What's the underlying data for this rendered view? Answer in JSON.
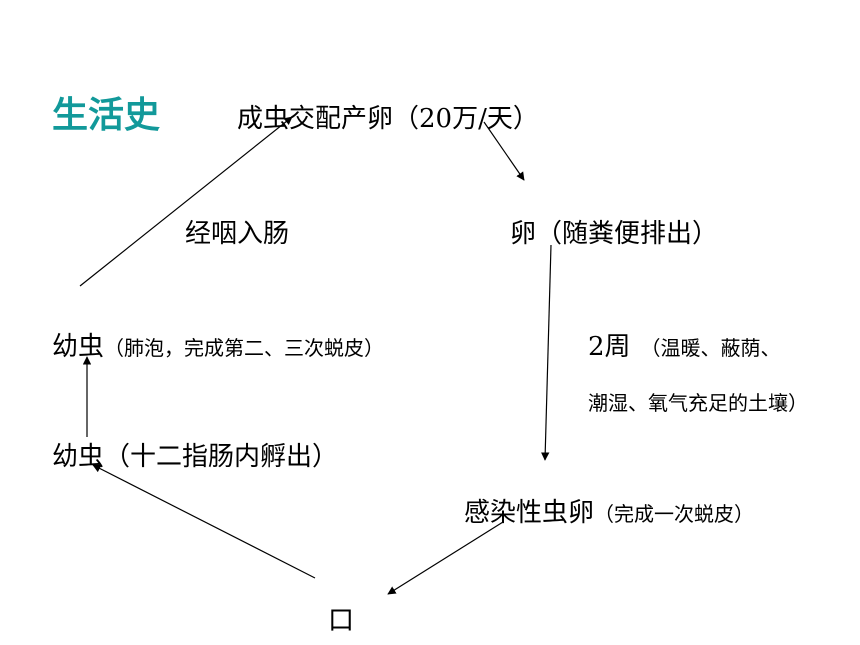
{
  "title": "生活史",
  "colors": {
    "title": "#12999a",
    "text": "#000000",
    "arrow": "#000000"
  },
  "nodes": {
    "adult": "成虫交配产卵（20万/天）",
    "egg": "卵（随粪便排出）",
    "swallow": "经咽入肠",
    "larva_lung_main": "幼虫",
    "larva_lung_note": "（肺泡，完成第二、三次蜕皮）",
    "weeks_main": "2周",
    "weeks_note_1": "（温暖、蔽荫、",
    "weeks_note_2": "潮湿、氧气充足的土壤）",
    "larva_duodenum": "幼虫（十二指肠内孵出）",
    "infective_egg_main": "感染性虫卵",
    "infective_egg_note": "（完成一次蜕皮）",
    "mouth": "口"
  }
}
